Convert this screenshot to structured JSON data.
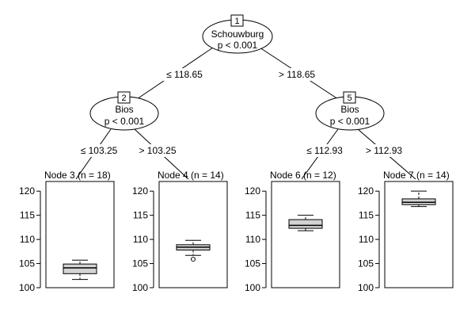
{
  "tree": {
    "nodes": {
      "n1": {
        "id": "1",
        "variable": "Schouwburg",
        "pvalue": "p < 0.001"
      },
      "n2": {
        "id": "2",
        "variable": "Bios",
        "pvalue": "p < 0.001"
      },
      "n5": {
        "id": "5",
        "variable": "Bios",
        "pvalue": "p < 0.001"
      }
    },
    "edges": {
      "e12": "≤ 118.65",
      "e15": "> 118.65",
      "e23": "≤ 103.25",
      "e24": "> 103.25",
      "e56": "≤ 112.93",
      "e57": "> 112.93"
    }
  },
  "chart_data": {
    "type": "boxplot",
    "ylim": [
      100,
      122
    ],
    "yticks": [
      "100",
      "105",
      "110",
      "115",
      "120"
    ],
    "panels": [
      {
        "title": "Node 3 (n = 18)",
        "whisker_low": 101.7,
        "q1": 102.9,
        "median": 104.1,
        "q3": 104.9,
        "whisker_high": 105.7,
        "outliers": []
      },
      {
        "title": "Node 4 (n = 14)",
        "whisker_low": 106.7,
        "q1": 107.8,
        "median": 108.4,
        "q3": 108.9,
        "whisker_high": 109.8,
        "outliers": [
          105.9
        ]
      },
      {
        "title": "Node 6 (n = 12)",
        "whisker_low": 111.8,
        "q1": 112.3,
        "median": 112.9,
        "q3": 114.1,
        "whisker_high": 115.0,
        "outliers": []
      },
      {
        "title": "Node 7 (n = 14)",
        "whisker_low": 116.8,
        "q1": 117.2,
        "median": 117.7,
        "q3": 118.4,
        "whisker_high": 120.0,
        "outliers": []
      }
    ]
  }
}
